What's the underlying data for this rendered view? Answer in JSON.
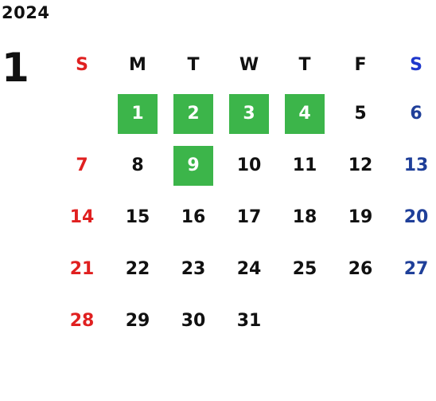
{
  "year": "2024",
  "month": "1",
  "weekdays": [
    "S",
    "M",
    "T",
    "W",
    "T",
    "F",
    "S"
  ],
  "colors": {
    "sunday": "#e02020",
    "saturday": "#1f3f99",
    "saturday_header": "#1e37cc",
    "weekday": "#111111",
    "highlight": "#3cb54a"
  },
  "days": [
    {
      "day": "1",
      "col": 1,
      "row": 0,
      "highlight": true
    },
    {
      "day": "2",
      "col": 2,
      "row": 0,
      "highlight": true
    },
    {
      "day": "3",
      "col": 3,
      "row": 0,
      "highlight": true
    },
    {
      "day": "4",
      "col": 4,
      "row": 0,
      "highlight": true
    },
    {
      "day": "5",
      "col": 5,
      "row": 0
    },
    {
      "day": "6",
      "col": 6,
      "row": 0
    },
    {
      "day": "7",
      "col": 0,
      "row": 1
    },
    {
      "day": "8",
      "col": 1,
      "row": 1
    },
    {
      "day": "9",
      "col": 2,
      "row": 1,
      "highlight": true
    },
    {
      "day": "10",
      "col": 3,
      "row": 1
    },
    {
      "day": "11",
      "col": 4,
      "row": 1
    },
    {
      "day": "12",
      "col": 5,
      "row": 1
    },
    {
      "day": "13",
      "col": 6,
      "row": 1
    },
    {
      "day": "14",
      "col": 0,
      "row": 2
    },
    {
      "day": "15",
      "col": 1,
      "row": 2
    },
    {
      "day": "16",
      "col": 2,
      "row": 2
    },
    {
      "day": "17",
      "col": 3,
      "row": 2
    },
    {
      "day": "18",
      "col": 4,
      "row": 2
    },
    {
      "day": "19",
      "col": 5,
      "row": 2
    },
    {
      "day": "20",
      "col": 6,
      "row": 2
    },
    {
      "day": "21",
      "col": 0,
      "row": 3
    },
    {
      "day": "22",
      "col": 1,
      "row": 3
    },
    {
      "day": "23",
      "col": 2,
      "row": 3
    },
    {
      "day": "24",
      "col": 3,
      "row": 3
    },
    {
      "day": "25",
      "col": 4,
      "row": 3
    },
    {
      "day": "26",
      "col": 5,
      "row": 3
    },
    {
      "day": "27",
      "col": 6,
      "row": 3
    },
    {
      "day": "28",
      "col": 0,
      "row": 4
    },
    {
      "day": "29",
      "col": 1,
      "row": 4
    },
    {
      "day": "30",
      "col": 2,
      "row": 4
    },
    {
      "day": "31",
      "col": 3,
      "row": 4
    }
  ]
}
